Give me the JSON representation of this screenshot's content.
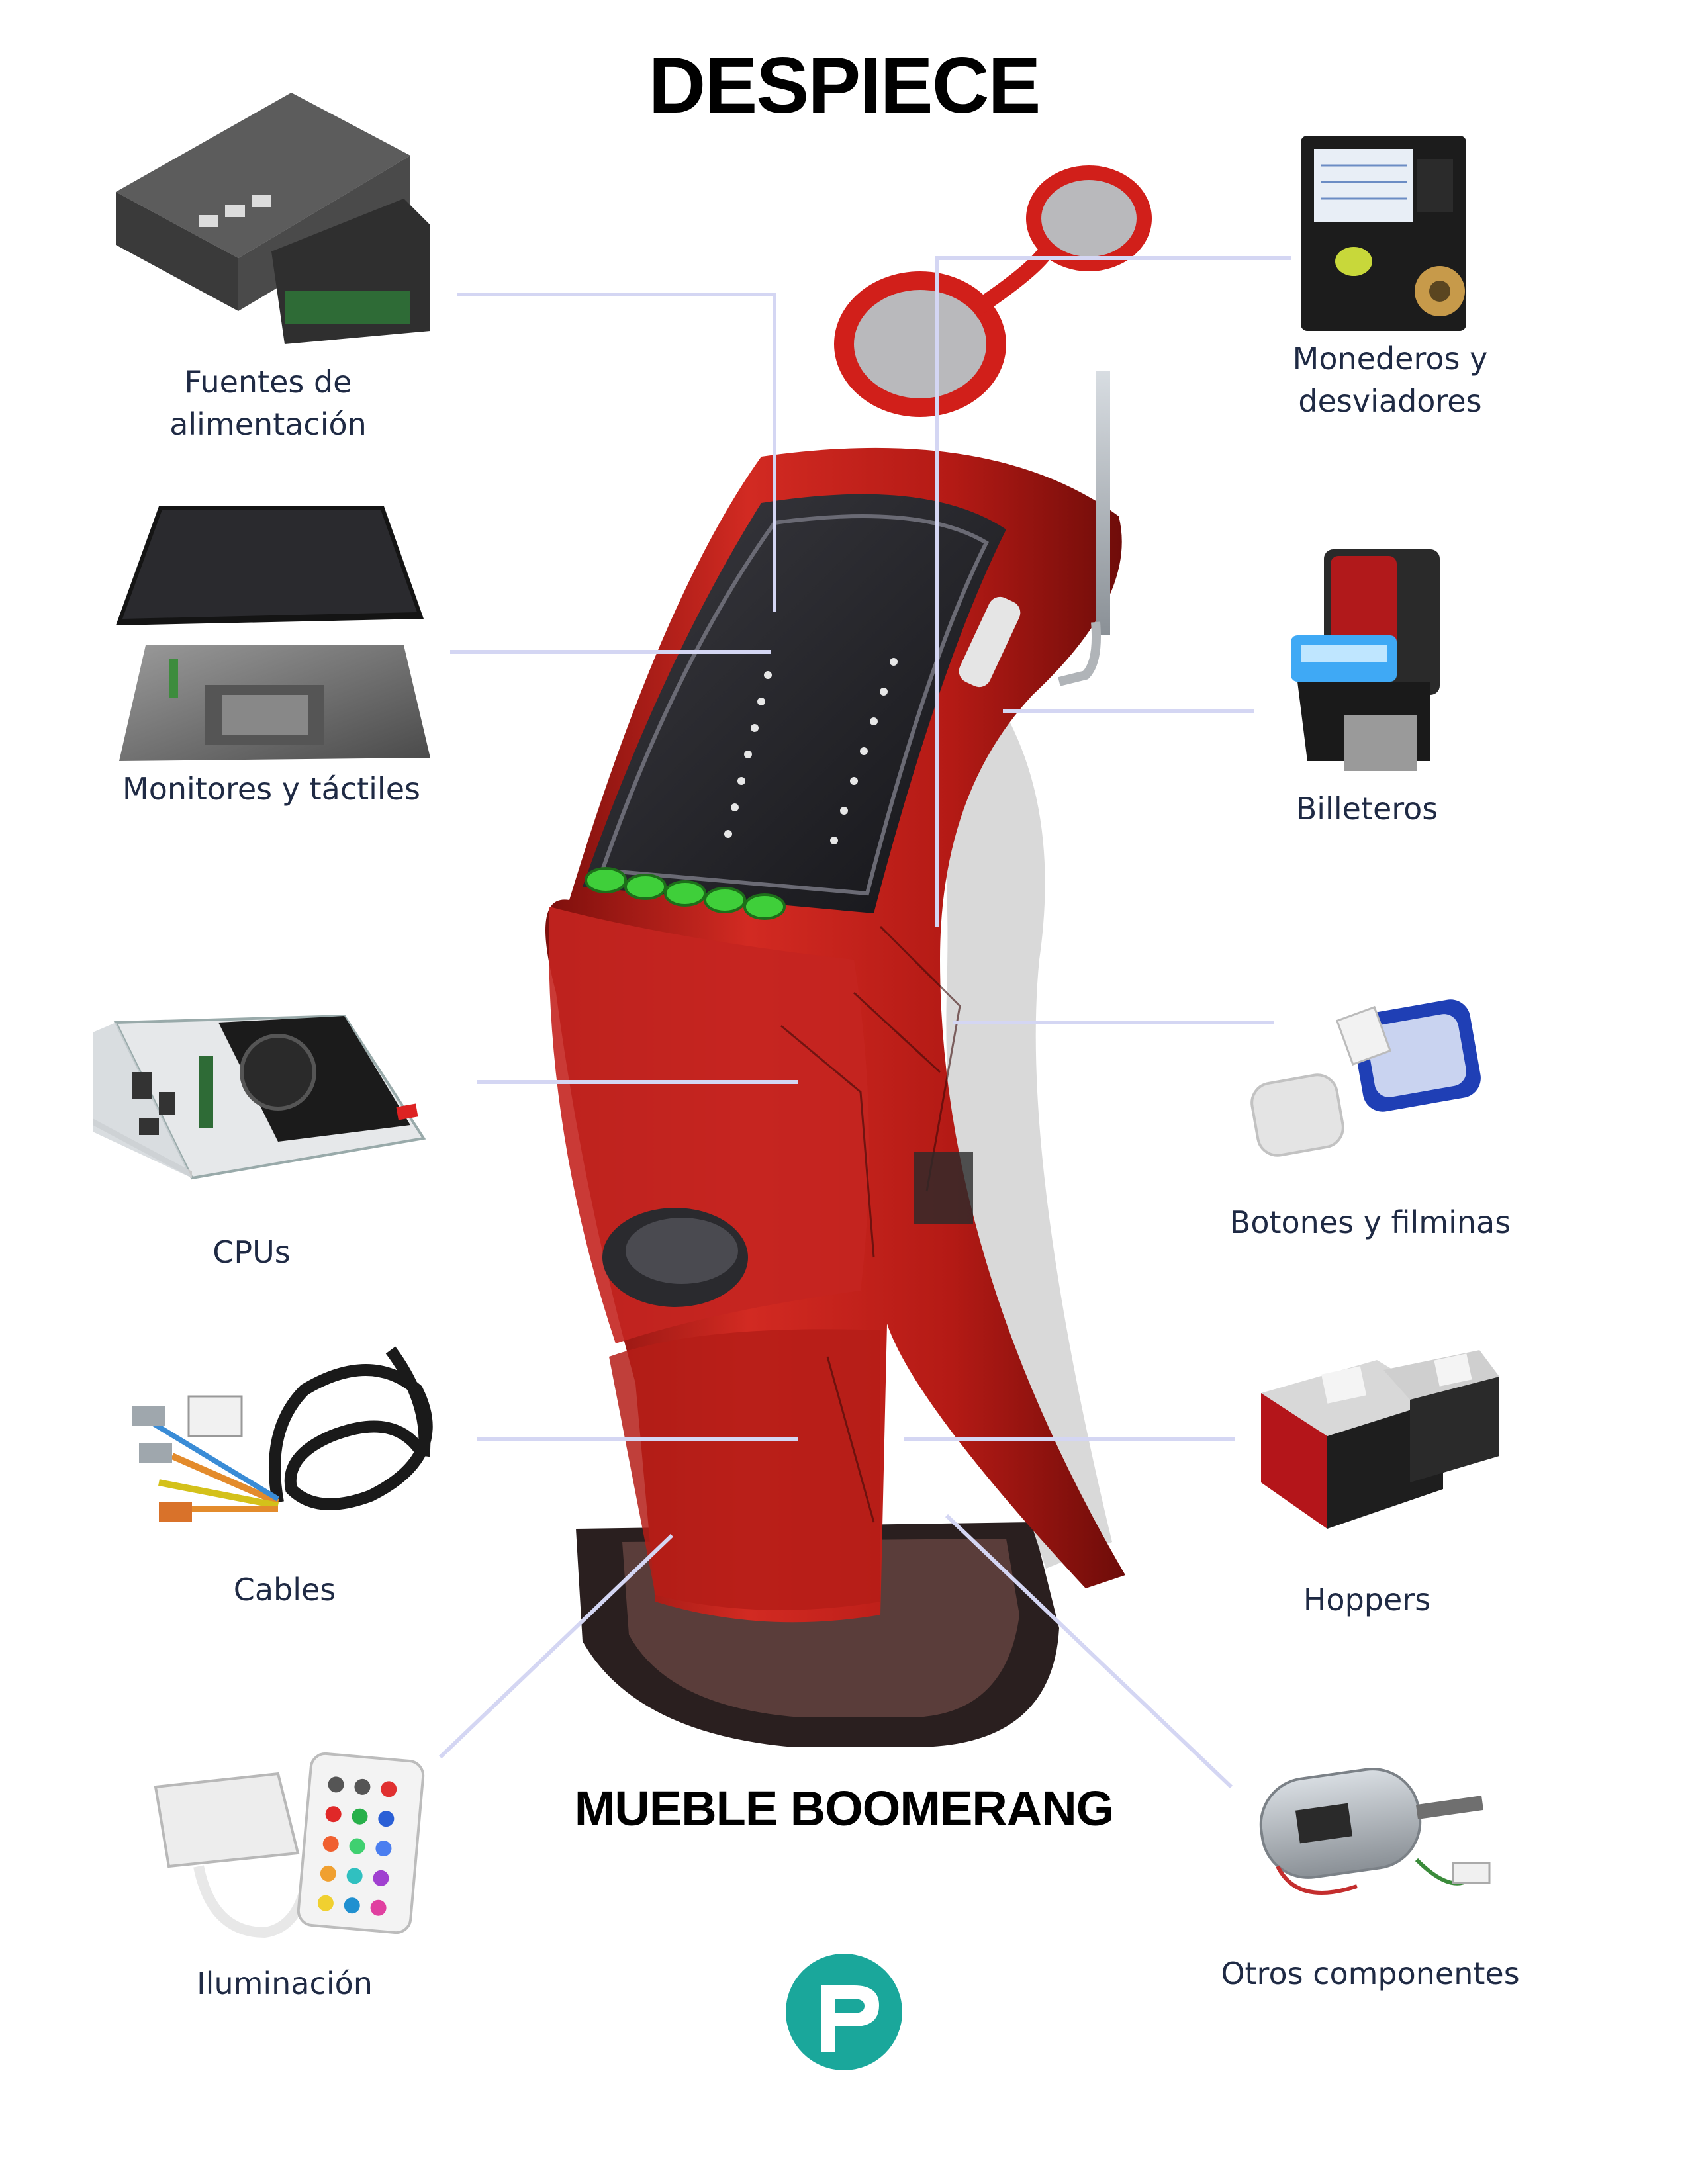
{
  "title": "DESPIECE",
  "subtitle": "MUEBLE BOOMERANG",
  "components": {
    "fuentes": "Fuentes de\nalimentación",
    "monitores": "Monitores y táctiles",
    "cpus": "CPUs",
    "cables": "Cables",
    "iluminacion": "Iluminación",
    "monederos": "Monederos y\ndesviadores",
    "billeteros": "Billeteros",
    "botones": "Botones y filminas",
    "hoppers": "Hoppers",
    "otros": "Otros componentes"
  },
  "logo": {
    "letter": "P",
    "color": "#1aa79b"
  },
  "colors": {
    "cabinet_red": "#c8211c",
    "leader_line": "#d4d6f3",
    "label_text": "#1f2a44"
  }
}
